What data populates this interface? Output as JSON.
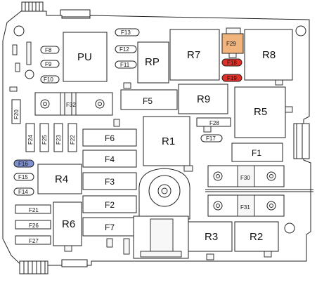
{
  "relays": {
    "pu": "PU",
    "rp": "RP",
    "r7": "R7",
    "r8": "R8",
    "r9": "R9",
    "r5": "R5",
    "r1": "R1",
    "r4": "R4",
    "r6": "R6",
    "r3": "R3",
    "r2": "R2"
  },
  "maxi_fuses": {
    "f1": "F1",
    "f2": "F2",
    "f3": "F3",
    "f4": "F4",
    "f5": "F5",
    "f6": "F6",
    "f7": "F7",
    "f30": "F30",
    "f31": "F31",
    "f32": "F32"
  },
  "mini_fuses": {
    "f8": "F8",
    "f9": "F9",
    "f10": "F10",
    "f11": "F11",
    "f12": "F12",
    "f13": "F13",
    "f14": "F14",
    "f15": "F15",
    "f16": "F16",
    "f17": "F17",
    "f18": "F18",
    "f19": "F19",
    "f20": "F20",
    "f21": "F21",
    "f22": "F22",
    "f23": "F23",
    "f24": "F24",
    "f25": "F25",
    "f26": "F26",
    "f27": "F27",
    "f28": "F28",
    "f29": "F29"
  },
  "colors": {
    "f16": "#7f8fd0",
    "f18": "#e0302a",
    "f19": "#e0302a",
    "f29": "#f0b47c"
  }
}
